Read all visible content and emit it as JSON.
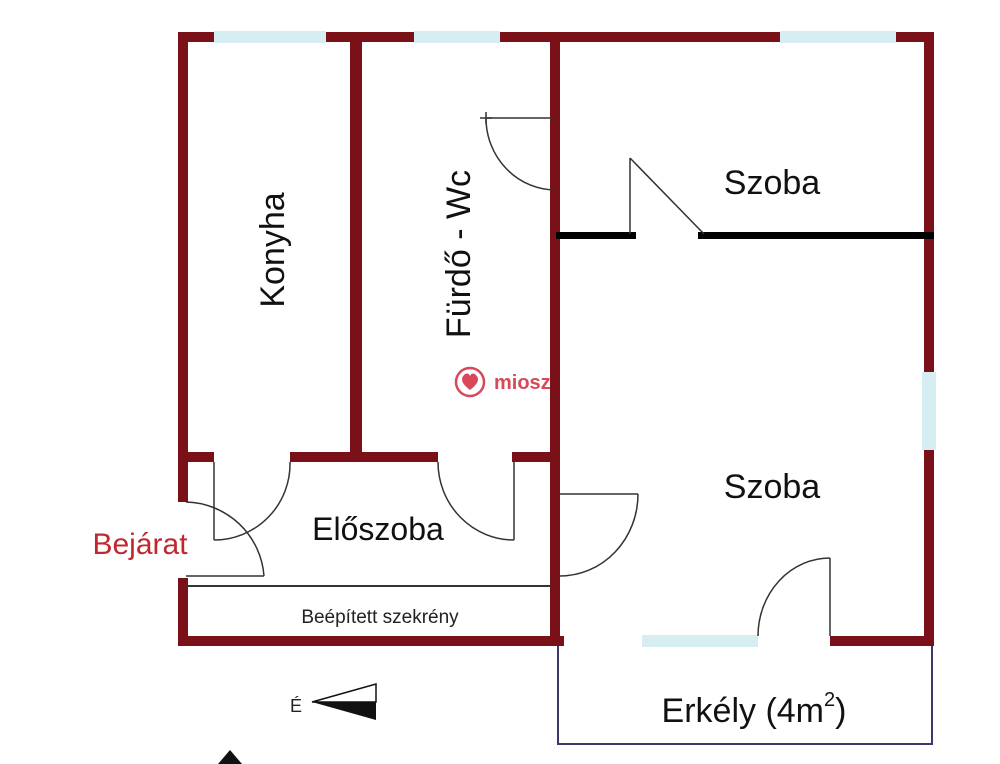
{
  "colors": {
    "wall": "#7a1018",
    "window": "#d6eef2",
    "partition": "#000000",
    "balcony": "#3a3a6a",
    "entrance": "#c0282e",
    "logo": "#d8485a",
    "door": "#333333"
  },
  "rooms": {
    "kitchen": "Konyha",
    "bathroom": "Fürdő - Wc",
    "room_top": "Szoba",
    "room_main": "Szoba",
    "hall": "Előszoba",
    "closet": "Beépített szekrény",
    "balcony_text": "Erkély (4m",
    "balcony_sup": "2",
    "balcony_close": ")"
  },
  "entrance": "Bejárat",
  "compass": {
    "label": "É",
    "icon": "north-arrow-icon"
  },
  "logo": {
    "text": "miosz",
    "icon": "logo-heart-icon"
  }
}
